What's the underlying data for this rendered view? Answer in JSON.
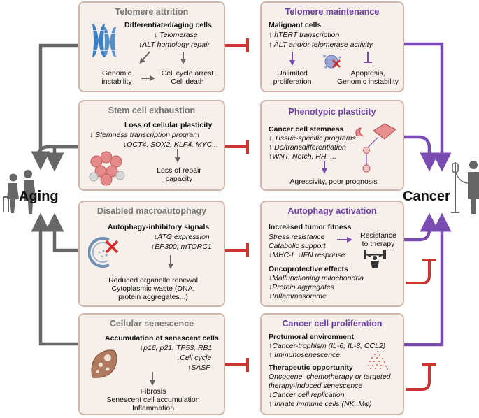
{
  "labels": {
    "aging": "Aging",
    "cancer": "Cancer"
  },
  "colors": {
    "gray": "#666666",
    "purple": "#7a4bb0",
    "red": "#cc3333",
    "panel_bg": "#f7efe9",
    "panel_border": "#cdb8ab"
  },
  "left": {
    "telomere": {
      "title": "Telomere attrition",
      "heading": "Differentiated/aging cells",
      "line1": "↓ Telomerase",
      "line2": "↓ALT  homology repair",
      "out1": "Genomic",
      "out2": "instability",
      "out3": "Cell cycle arrest",
      "out4": "Cell death"
    },
    "stem": {
      "title": "Stem cell exhaustion",
      "heading": "Loss of cellular plasticity",
      "line1": "↓ Stemness transcription program",
      "line2": "↓OCT4, SOX2, KLF4, MYC...",
      "out1": "Loss of repair",
      "out2": "capacity"
    },
    "autophagy": {
      "title": "Disabled macroautophagy",
      "heading": "Autophagy-inhibitory signals",
      "line1": "↓ATG expression",
      "line2": "↑EP300, mTORC1",
      "out1": "Reduced organelle renewal",
      "out2": "Cytoplasmic waste (DNA,",
      "out3": "protein aggregates...)"
    },
    "senescence": {
      "title": "Cellular senescence",
      "heading": "Accumulation of senescent cells",
      "line1": "↑p16, p21, TP53, RB1",
      "line2": "↓Cell cycle",
      "line3": "↑SASP",
      "out1": "Fibrosis",
      "out2": "Senescent cell accumulation",
      "out3": "Inflammation"
    }
  },
  "right": {
    "telomere": {
      "title": "Telomere maintenance",
      "heading": "Malignant cells",
      "line1": "↑ hTERT transcription",
      "line2": "↑ ALT and/or telomerase activity",
      "out1": "Unlimited",
      "out2": "proliferation",
      "out3": "Apoptosis,",
      "out4": "Genomic instability"
    },
    "plasticity": {
      "title": "Phenotypic plasticity",
      "heading": "Cancer cell stemness",
      "line1": "↓ Tissue-specific programs",
      "line2": "↑ De/transdifferentiation",
      "line3": "↑WNT, Notch, HH, ...",
      "out1": "Agressivity, poor prognosis"
    },
    "autophagy": {
      "title": "Autophagy activation",
      "heading": "Increased tumor fitness",
      "line1": "Stress resistance",
      "line2": "Catabolic support",
      "line3": "↓MHC-I, ↓IFN response",
      "res1": "Resistance",
      "res2": "to therapy",
      "heading2": "Oncoprotective effects",
      "line4": "↓Malfunctioning mitochondria",
      "line5": "↓Protein aggregates",
      "line6": "↓Inflammasomme"
    },
    "proliferation": {
      "title": "Cancer cell proliferation",
      "heading": "Protumoral environment",
      "line1": "↑Cancer-trophism (IL-6, IL-8, CCL2)",
      "line2": "↑ Immunosenescence",
      "heading2": "Therapeutic opportunity",
      "line3": "Oncogene, chemotherapy or targeted",
      "line4": "therapy-induced senescence",
      "line5": "↓Cancer cell replication",
      "line6": "↑ Innate immune cells (NK, Mφ)"
    }
  }
}
